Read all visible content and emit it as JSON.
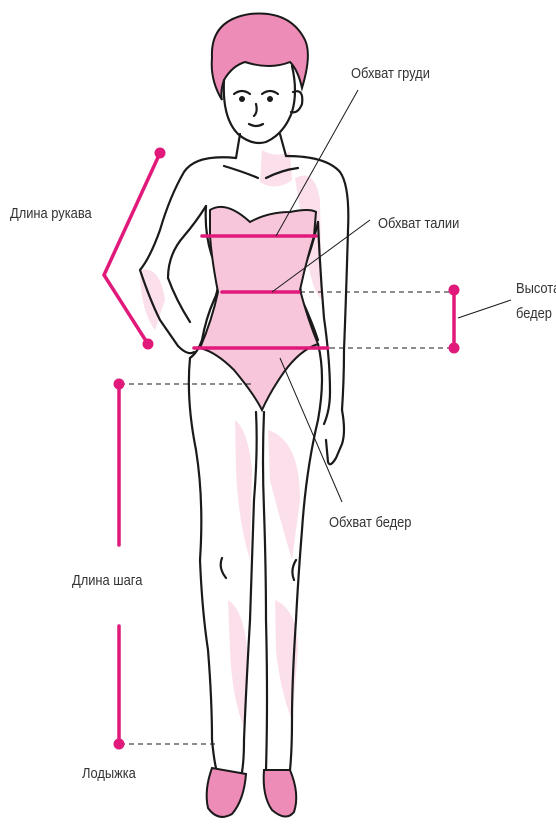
{
  "colors": {
    "accent": "#e0197a",
    "skin_pink": "#f7c6da",
    "hair_pink": "#ee8cb8",
    "outline": "#1a1a1a"
  },
  "labels": {
    "chest": "Обхват груди",
    "waist": "Обхват талии",
    "hip_height_line1": "Высота",
    "hip_height_line2": "бедер",
    "hips": "Обхват бедер",
    "sleeve": "Длина рукава",
    "inseam": "Длина шага",
    "ankle": "Лодыжка"
  }
}
